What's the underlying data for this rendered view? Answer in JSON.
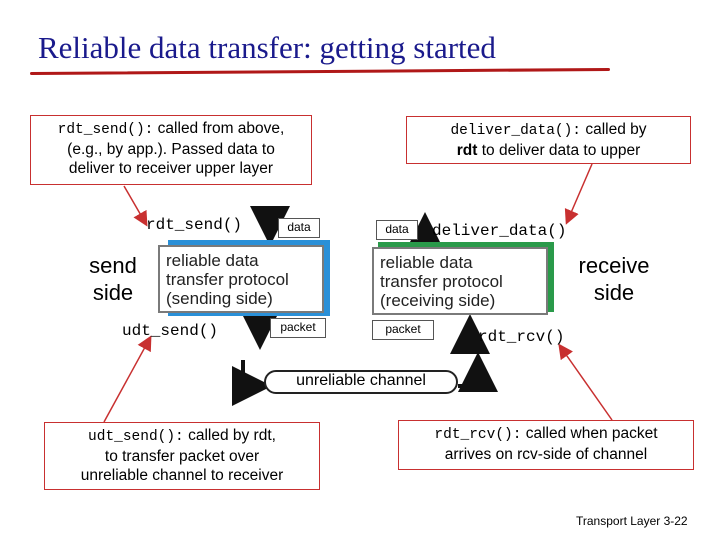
{
  "title": "Reliable data transfer: getting started",
  "notes": {
    "rdt_send": {
      "code": "rdt_send():",
      "text_line1": " called from above,",
      "text_line2": "(e.g., by app.). Passed data to",
      "text_line3": "deliver to receiver upper layer"
    },
    "deliver_data": {
      "code": "deliver_data():",
      "text_line1": " called by",
      "bold": "rdt",
      "text_line2": " to deliver data to upper"
    },
    "udt_send": {
      "code": "udt_send():",
      "text_line1": " called by rdt,",
      "text_line2": "to transfer packet over",
      "text_line3": "unreliable channel to receiver"
    },
    "rdt_rcv": {
      "code": "rdt_rcv():",
      "text_line1": " called when packet",
      "text_line2": "arrives on rcv-side of channel"
    }
  },
  "send_side": {
    "line1": "send",
    "line2": "side"
  },
  "receive_side": {
    "line1": "receive",
    "line2": "side"
  },
  "diagram": {
    "rdt_send": "rdt_send()",
    "udt_send": "udt_send()",
    "deliver_data": "deliver_data()",
    "rdt_rcv": "rdt_rcv()",
    "data": "data",
    "packet": "packet",
    "sender_protocol": {
      "line1": "reliable data",
      "line2": "transfer protocol",
      "line3": "(sending side)"
    },
    "receiver_protocol": {
      "line1": "reliable data",
      "line2": "transfer protocol",
      "line3": "(receiving side)"
    },
    "channel": "unreliable channel"
  },
  "footer": "Transport Layer 3-22",
  "colors": {
    "title": "#1a1a8c",
    "accent_red": "#c83030",
    "sender_blue": "#2a90d8",
    "receiver_green": "#2a9a4a"
  }
}
